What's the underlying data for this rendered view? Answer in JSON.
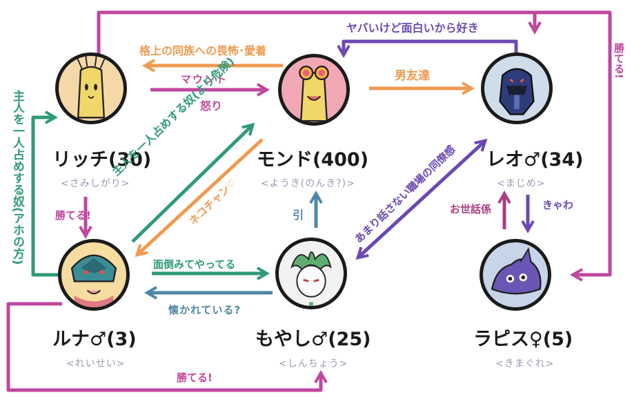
{
  "colors": {
    "magenta": "#c0479e",
    "orange": "#ef9a50",
    "purple": "#6b49b0",
    "green": "#2f9a78",
    "steel": "#4f88a6",
    "plum": "#a83e82",
    "name": "#1a1a1a",
    "trait": "#9a9ab4"
  },
  "characters": {
    "rich": {
      "name": "リッチ(30)",
      "trait": "<さみしがり>",
      "icon": "golden-lamp-ghost"
    },
    "mond": {
      "name": "モンド(400)",
      "trait": "<ようき(のんき?)>",
      "icon": "golden-ghost-with-goggles"
    },
    "leo": {
      "name": "レオ♂(34)",
      "trait": "<まじめ>",
      "icon": "armored-knight"
    },
    "luna": {
      "name": "ルナ♂(3)",
      "trait": "<れいせい>",
      "icon": "masked-child"
    },
    "moyashi": {
      "name": "もやし♂(25)",
      "trait": "<しんちょう>",
      "icon": "leaf-haired-sprite"
    },
    "lapis": {
      "name": "ラピス♀(5)",
      "trait": "<きまぐれ>",
      "icon": "purple-blob"
    }
  },
  "relations": {
    "rich_to_mond_mount": "マウント",
    "rich_to_mond_anger": "怒り",
    "mond_to_rich": "格上の同族への畏怖･愛着",
    "leo_to_mond": "ヤバいけど面白いから好き",
    "mond_to_leo": "男友達",
    "luna_to_mond": "主人を一人占めする奴(より危険)",
    "mond_to_luna": "ネコチャン♡",
    "leo_moyashi": "あまり話さない職場の同僚感",
    "moyashi_to_mond": "引",
    "luna_to_moyashi": "面倒みてやってる",
    "moyashi_to_luna": "懐かれている?",
    "rich_to_luna": "勝てる!",
    "luna_to_rich": "主人を一人占めする奴(アホの方)",
    "rich_to_lapis": "勝てる!",
    "luna_to_moyashi_bottom": "勝てる!",
    "lapis_to_leo": "お世話係",
    "leo_to_lapis": "きゃわ"
  }
}
